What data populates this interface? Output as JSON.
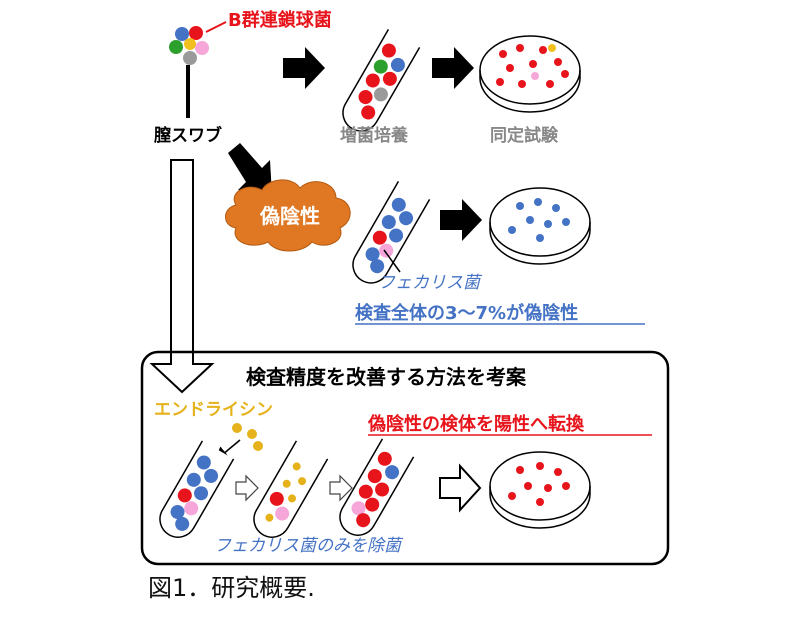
{
  "labels": {
    "gbs": "B群連鎖球菌",
    "swab": "膣スワブ",
    "enrichment": "増菌培養",
    "identification": "同定試験",
    "false_negative": "偽陰性",
    "faecalis": "フェカリス菌",
    "fn_rate": "検査全体の3～7%が偽陰性",
    "box_title": "検査精度を改善する方法を考案",
    "endolysin": "エンドライシン",
    "convert": "偽陰性の検体を陽性へ転換",
    "remove": "フェカリス菌のみを除菌"
  },
  "caption": "図1．研究概要.",
  "colors": {
    "gbs_red": "#e8141b",
    "faecalis_blue": "#4472c4",
    "green": "#2ca02c",
    "yellow": "#f2c01e",
    "pink": "#f6a6d8",
    "gray": "#9a9a9a",
    "cloud": "#e07722",
    "endolysin_star": "#e5b21b"
  }
}
